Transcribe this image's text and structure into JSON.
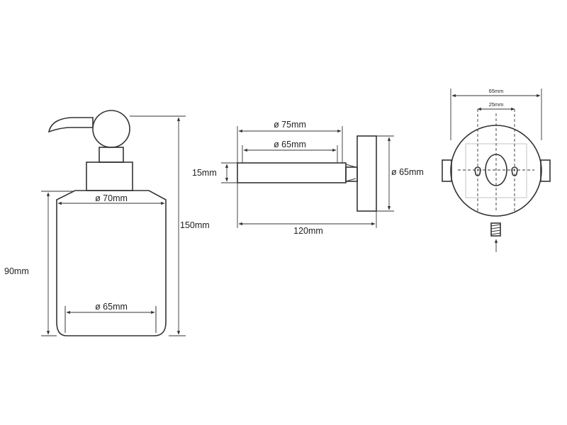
{
  "dispenser": {
    "height_total": "150mm",
    "height_glass": "90mm",
    "glass_top_diameter": "ø 70mm",
    "glass_base_diameter": "ø 65mm"
  },
  "side_view": {
    "outer_diameter": "ø 75mm",
    "inner_diameter": "ø 65mm",
    "rod_height": "15mm",
    "rose_diameter": "ø 65mm",
    "projection": "120mm"
  },
  "rose_view": {
    "width": "65mm",
    "hole_spacing": "25mm"
  }
}
